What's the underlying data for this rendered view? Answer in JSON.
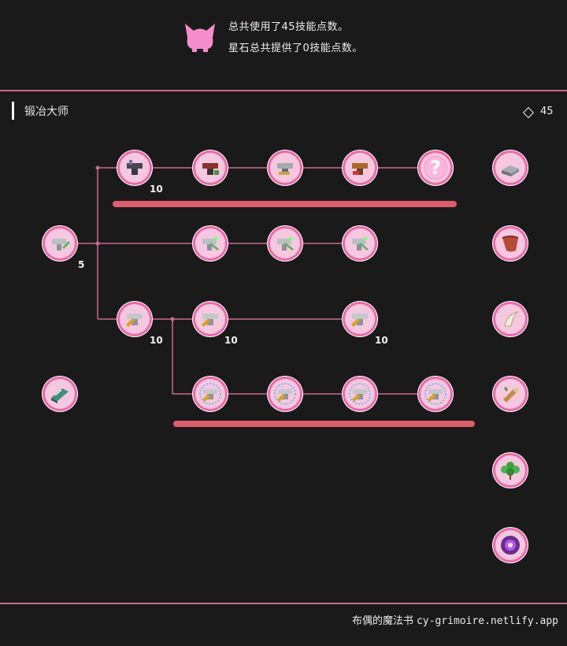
{
  "header": {
    "line1": "总共使用了45技能点数。",
    "line2": "星石总共提供了0技能点数。",
    "mascot_icon": "pink-cat-mascot-icon"
  },
  "section": {
    "title": "锻冶大师",
    "points_icon": "diamond-icon",
    "points_total": "45"
  },
  "skills": [
    {
      "id": "root-anvil",
      "icon": "anvil-hammer-icon",
      "level": "5"
    },
    {
      "id": "anvil-dark",
      "icon": "dark-anvil-icon",
      "level": "10"
    },
    {
      "id": "anvil-red",
      "icon": "red-anvil-icon",
      "level": ""
    },
    {
      "id": "anvil-silver",
      "icon": "silver-anvil-icon",
      "level": ""
    },
    {
      "id": "anvil-bronze",
      "icon": "bronze-anvil-icon",
      "level": ""
    },
    {
      "id": "locked",
      "icon": "question-mark-icon",
      "label": "?",
      "level": ""
    },
    {
      "id": "green-1",
      "icon": "green-anvil-icon",
      "level": ""
    },
    {
      "id": "green-2",
      "icon": "green-anvil-icon",
      "level": ""
    },
    {
      "id": "green-3",
      "icon": "green-anvil-icon",
      "level": ""
    },
    {
      "id": "gold-1",
      "icon": "gold-anvil-icon",
      "level": "10"
    },
    {
      "id": "gold-2",
      "icon": "gold-anvil-icon",
      "level": "10"
    },
    {
      "id": "gold-3",
      "icon": "gold-anvil-icon",
      "level": "10"
    },
    {
      "id": "blue-1",
      "icon": "sparkle-anvil-icon",
      "level": ""
    },
    {
      "id": "blue-2",
      "icon": "sparkle-anvil-icon",
      "level": ""
    },
    {
      "id": "blue-3",
      "icon": "sparkle-anvil-icon",
      "level": ""
    },
    {
      "id": "blue-4",
      "icon": "sparkle-anvil-icon",
      "level": ""
    },
    {
      "id": "book",
      "icon": "green-book-icon",
      "level": ""
    }
  ],
  "materials": [
    {
      "id": "metal",
      "icon": "metal-ingot-icon"
    },
    {
      "id": "cloth",
      "icon": "red-cloth-icon"
    },
    {
      "id": "fang",
      "icon": "fang-icon"
    },
    {
      "id": "wood",
      "icon": "wood-log-icon"
    },
    {
      "id": "herb",
      "icon": "green-herb-icon"
    },
    {
      "id": "orb",
      "icon": "magic-orb-icon"
    }
  ],
  "footer": {
    "label": "布偶的魔法书",
    "site": "cy-grimoire.netlify.app"
  }
}
